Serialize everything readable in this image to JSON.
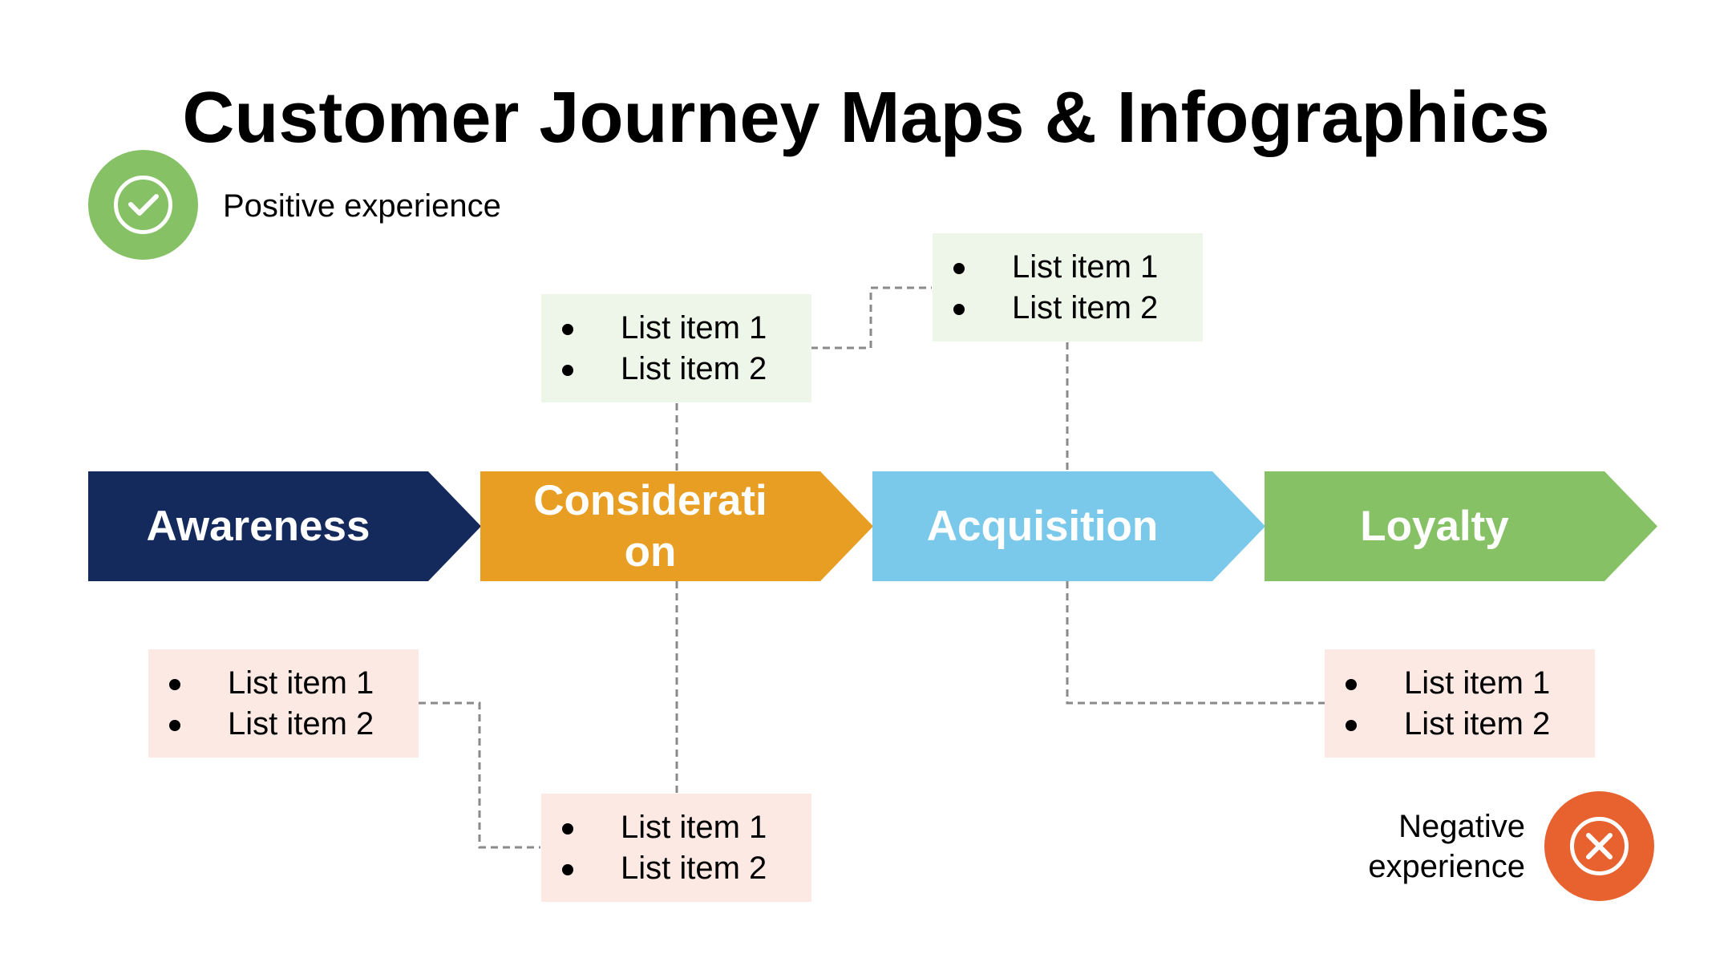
{
  "title": "Customer Journey Maps & Infographics",
  "legend": {
    "positive": {
      "label": "Positive experience",
      "icon": "check-circle-icon",
      "color": "#86c166"
    },
    "negative": {
      "label": "Negative experience",
      "icon": "x-circle-icon",
      "color": "#e8622f"
    }
  },
  "stages": [
    {
      "label": "Awareness",
      "color": "#142a5c"
    },
    {
      "label": "Consideration",
      "color": "#e89e22"
    },
    {
      "label": "Acquisition",
      "color": "#7ac8ea"
    },
    {
      "label": "Loyalty",
      "color": "#86c166"
    }
  ],
  "notes": {
    "consideration_positive": [
      "List item 1",
      "List item 2"
    ],
    "acquisition_positive": [
      "List item 1",
      "List item 2"
    ],
    "awareness_negative": [
      "List item 1",
      "List item 2"
    ],
    "consideration_negative": [
      "List item 1",
      "List item 2"
    ],
    "loyalty_negative": [
      "List item 1",
      "List item 2"
    ]
  },
  "colors": {
    "positive_box": "#eef6ea",
    "negative_box": "#fce9e3",
    "connector": "#8a8a8a"
  }
}
